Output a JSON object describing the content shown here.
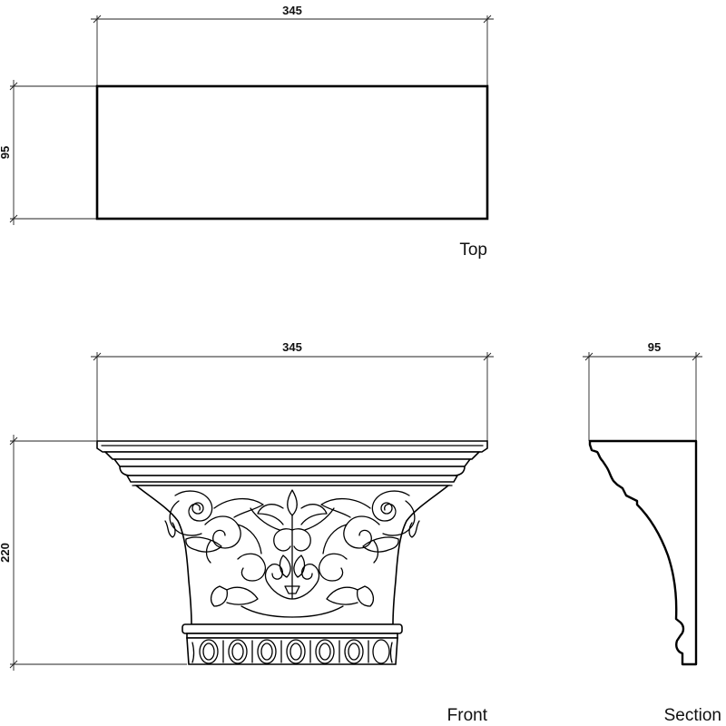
{
  "views": {
    "top": {
      "label": "Top",
      "width_dim": "345",
      "depth_dim": "95"
    },
    "front": {
      "label": "Front",
      "width_dim": "345",
      "height_dim": "220"
    },
    "section": {
      "label": "Section",
      "depth_dim": "95"
    }
  },
  "colors": {
    "line": "#000000",
    "background": "#ffffff"
  }
}
